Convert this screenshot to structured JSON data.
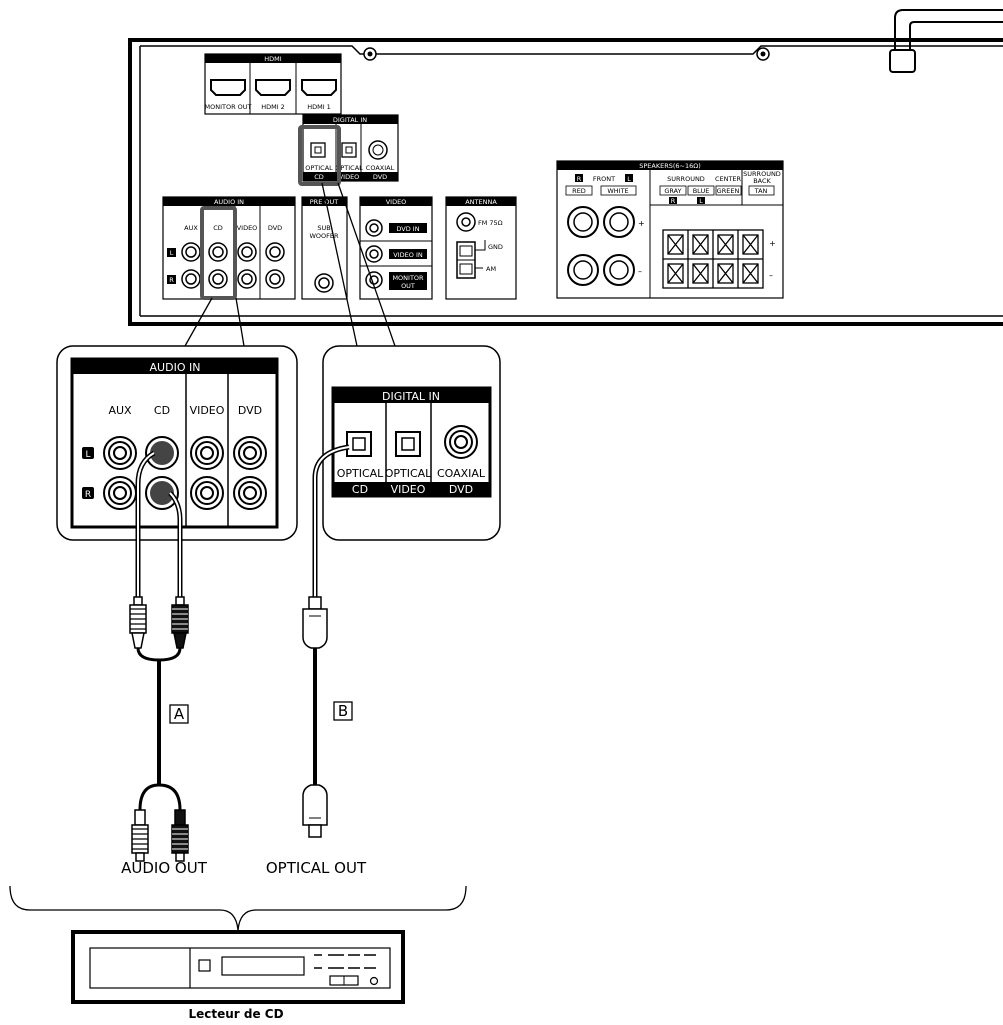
{
  "receiver": {
    "hdmi": {
      "title": "HDMI",
      "ports": [
        "MONITOR OUT",
        "HDMI 2",
        "HDMI 1"
      ]
    },
    "digital_in": {
      "title": "DIGITAL IN",
      "jacks": [
        "OPTICAL",
        "OPTICAL",
        "COAXIAL"
      ],
      "sources": [
        "CD",
        "VIDEO",
        "DVD"
      ]
    },
    "audio_in": {
      "title": "AUDIO IN",
      "columns": [
        "AUX",
        "CD",
        "VIDEO",
        "DVD"
      ]
    },
    "pre_out": {
      "title": "PRE OUT",
      "sub": "SUB",
      "woofer": "WOOFER"
    },
    "video": {
      "title": "VIDEO",
      "labels": [
        "DVD IN",
        "VIDEO IN",
        "MONITOR",
        "OUT"
      ]
    },
    "antenna": {
      "title": "ANTENNA",
      "fm": "FM 75Ω",
      "gnd": "GND",
      "am": "AM"
    },
    "speakers": {
      "title": "SPEAKERS(6~16Ω)",
      "front": "FRONT",
      "red": "RED",
      "white": "WHITE",
      "surround": "SURROUND",
      "gray": "GRAY",
      "blue": "BLUE",
      "center": "CENTER",
      "green": "GREEN",
      "sback1": "SURROUND",
      "sback2": "BACK",
      "tan": "TAN",
      "plus": "+",
      "minus": "–"
    },
    "ch_l": "L",
    "ch_r": "R"
  },
  "zoom_audio": {
    "title": "AUDIO IN",
    "columns": [
      "AUX",
      "CD",
      "VIDEO",
      "DVD"
    ],
    "rows": [
      "L",
      "R"
    ]
  },
  "zoom_digital": {
    "title": "DIGITAL IN",
    "jacks": [
      "OPTICAL",
      "OPTICAL",
      "COAXIAL"
    ],
    "sources": [
      "CD",
      "VIDEO",
      "DVD"
    ]
  },
  "cables": {
    "a": "A",
    "b": "B"
  },
  "outputs": {
    "audio": "AUDIO OUT",
    "optical": "OPTICAL OUT"
  },
  "device": {
    "caption": "Lecteur de CD"
  }
}
